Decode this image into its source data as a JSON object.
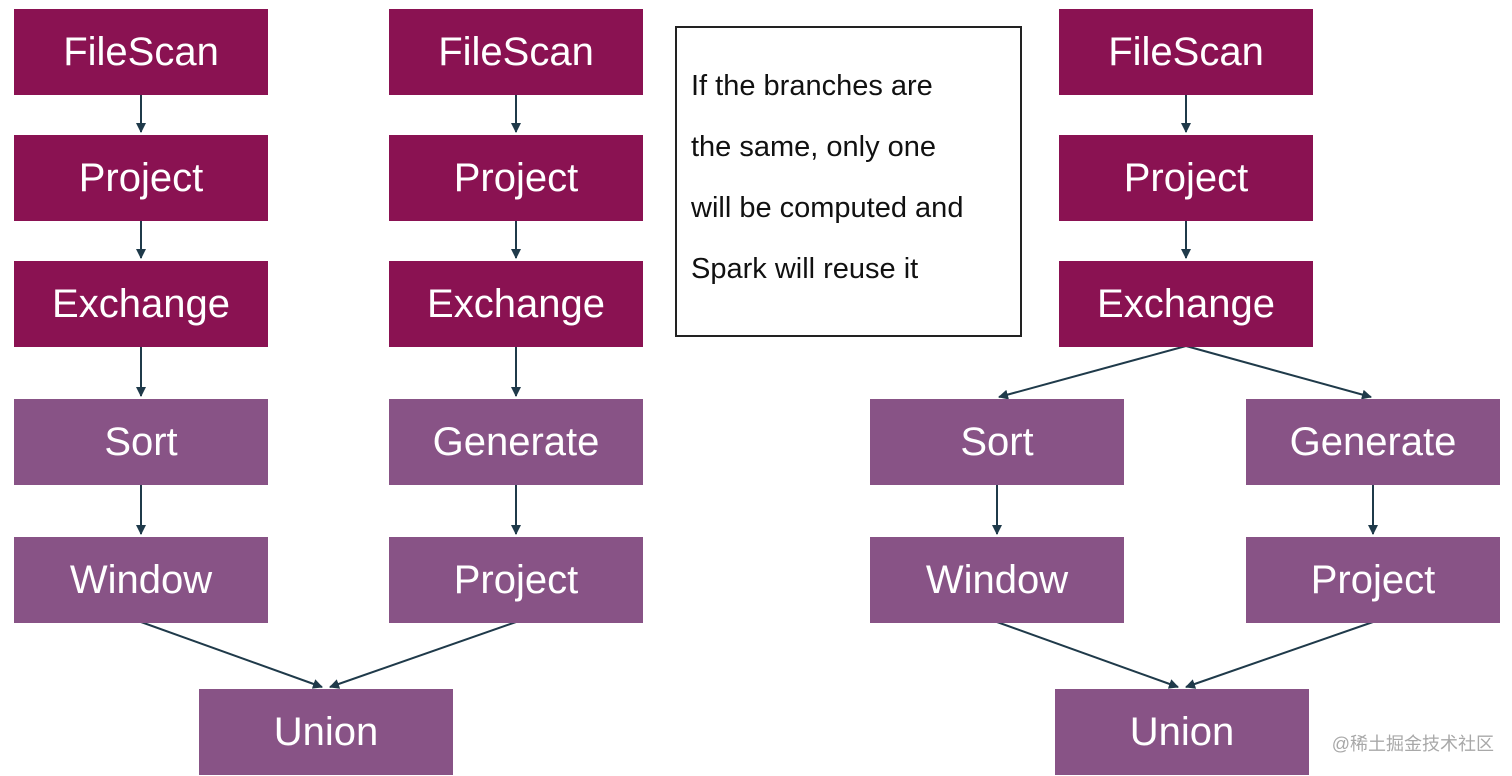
{
  "diagrams": {
    "left": {
      "branch_a": [
        "FileScan",
        "Project",
        "Exchange",
        "Sort",
        "Window"
      ],
      "branch_b": [
        "FileScan",
        "Project",
        "Exchange",
        "Generate",
        "Project"
      ],
      "union": "Union"
    },
    "right": {
      "trunk": [
        "FileScan",
        "Project",
        "Exchange"
      ],
      "branch_a": [
        "Sort",
        "Window"
      ],
      "branch_b": [
        "Generate",
        "Project"
      ],
      "union": "Union"
    }
  },
  "note": {
    "lines": [
      "If the branches are",
      "the same, only one",
      "will be computed and",
      "Spark will reuse it"
    ]
  },
  "watermark": "@稀土掘金技术社区",
  "colors": {
    "dark_node": "#8a1252",
    "light_node": "#885386",
    "edge": "#1f3a4a"
  }
}
